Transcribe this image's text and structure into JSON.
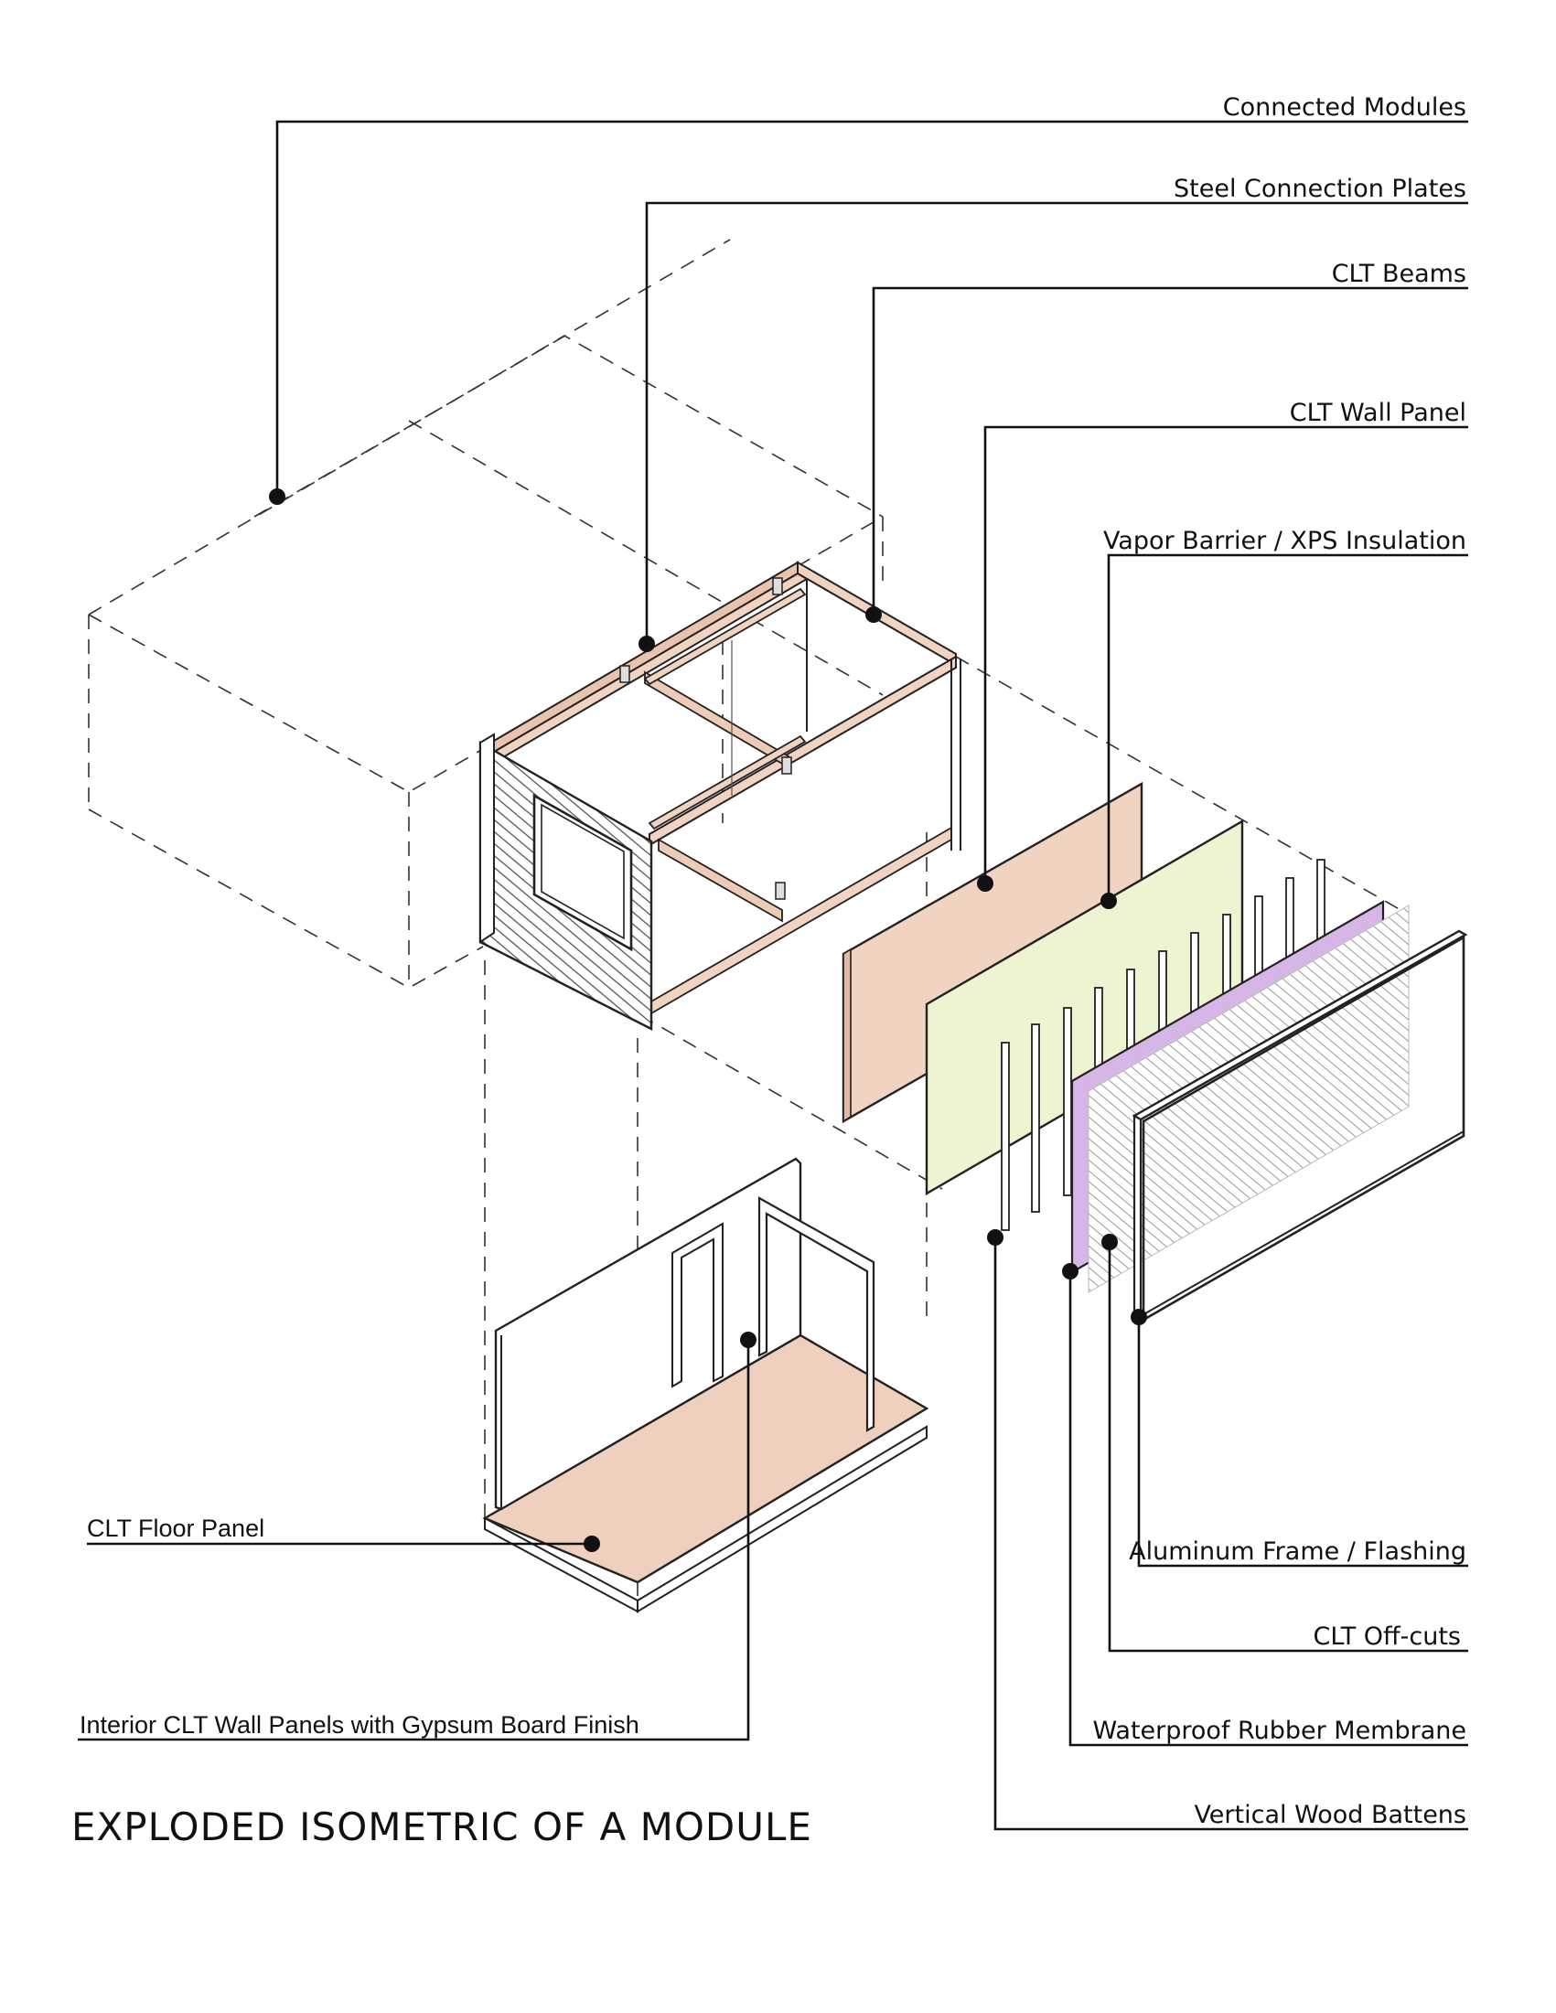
{
  "title": "EXPLODED ISOMETRIC OF A MODULE",
  "colors": {
    "clt_wood": "#f1d3c2",
    "clt_floor": "#efcfbd",
    "vapor_barrier": "#eef3d2",
    "rubber_membrane": "#d6b6e6",
    "line": "#111111"
  },
  "labels": {
    "connected_modules": "Connected Modules",
    "steel_connection_plates": "Steel Connection Plates",
    "clt_beams": "CLT Beams",
    "clt_wall_panel": "CLT Wall Panel",
    "vapor_barrier_xps": "Vapor Barrier / XPS Insulation",
    "aluminum_frame_flashing": "Aluminum Frame / Flashing",
    "clt_offcuts": "CLT Off-cuts",
    "waterproof_rubber_membrane": "Waterproof Rubber Membrane",
    "vertical_wood_battens": "Vertical Wood Battens",
    "clt_floor_panel": "CLT Floor Panel",
    "interior_clt_wall_panels": "Interior CLT Wall Panels with Gypsum Board Finish"
  }
}
